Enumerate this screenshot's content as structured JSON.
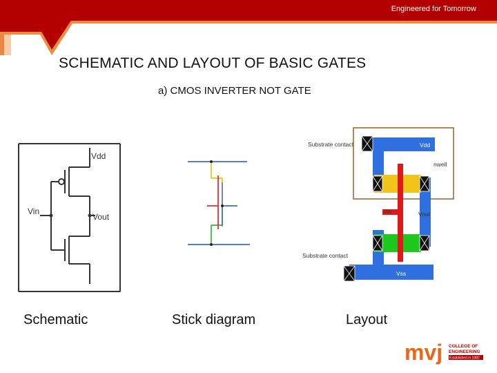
{
  "header": {
    "tagline": "Engineered for Tomorrow"
  },
  "slide": {
    "title": "SCHEMATIC AND LAYOUT OF BASIC GATES",
    "subtitle": "a) CMOS INVERTER NOT GATE"
  },
  "schematic": {
    "vdd": "Vdd",
    "vin": "Vin",
    "vout": "Vout"
  },
  "layout": {
    "substrate_top": "Substrate contact",
    "vdd": "Vdd",
    "nwell": "nwell",
    "vin": "Vin",
    "vout": "Vout",
    "substrate_bottom": "Substrate contact",
    "vss": "Vss"
  },
  "captions": {
    "schematic": "Schematic",
    "stick": "Stick diagram",
    "layout": "Layout"
  },
  "logo": {
    "mark": "mvj",
    "line1": "COLLEGE OF",
    "line2": "ENGINEERING",
    "line3": "Established in 1982"
  },
  "colors": {
    "banner": "#b30000",
    "accent": "#e8671b",
    "metal": "#2f6fe0",
    "poly": "#e01818",
    "pdiff": "#f2c318",
    "ndiff": "#1ec81e",
    "well": "#9a6a3a"
  }
}
